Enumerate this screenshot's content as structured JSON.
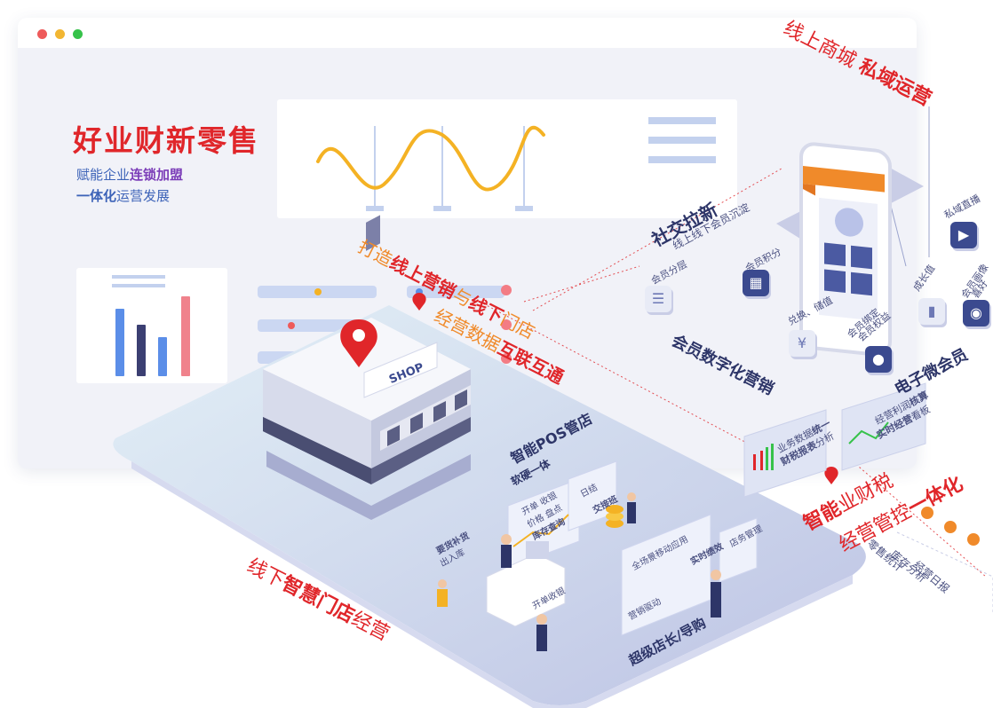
{
  "window": {
    "controls": [
      "close",
      "minimize",
      "maximize"
    ],
    "colors": {
      "close": "#ee5a5a",
      "minimize": "#f2b632",
      "maximize": "#36c24a"
    }
  },
  "hero": {
    "title": "好业财新零售",
    "line1_prefix": "赋能企业",
    "line1_bold": "连锁加盟",
    "line2_bold": "一体化",
    "line2_suffix": "运营发展"
  },
  "store": {
    "sign": "SHOP"
  },
  "banners": {
    "online_marketing": {
      "prefix": "打造",
      "bold": "线上营销",
      "mid": "与",
      "bold2": "线下",
      "suffix": "门店"
    },
    "data_link": {
      "prefix": "经营数据",
      "bold": "互联互通"
    },
    "offline": {
      "prefix": "线下",
      "bold": "智慧门店",
      "suffix": "经营"
    }
  },
  "mall": {
    "prefix": "线上商城 ",
    "bold": "私域运营",
    "live": "私域直播"
  },
  "social": {
    "title": "社交拉新",
    "sub": "线上线下会员沉淀"
  },
  "member": {
    "title": "会员数字化营销",
    "tier": "会员分层",
    "points": "会员积分",
    "exchange": "兑换、储值",
    "bind": "会员绑定",
    "rights": "会员权益",
    "growth": "成长值",
    "portrait": "会员画像",
    "preference": "喜好",
    "micro": "电子微会员"
  },
  "finance": {
    "panel1_a": "业务数据",
    "panel1_b": "统一",
    "panel1_c": "财税报表",
    "panel1_d": "分析",
    "panel2_a": "经营利润",
    "panel2_b": "核算",
    "panel2_c": "实时经营",
    "panel2_d": "看板",
    "title_bold": "智能",
    "title_mid": "业财税",
    "title2_prefix": "经营管控",
    "title2_bold": "一体化",
    "retail_stats": "零售统计",
    "inventory": "库存分析",
    "daily": "经营日报"
  },
  "pos": {
    "title": "智能POS管店",
    "sub": "软硬一体",
    "billing": "开单 收银",
    "price": "价格  盘点",
    "stock_query": "库存查询",
    "daily": "日结",
    "handover": "交接班",
    "cashier": "开单收银",
    "purchase": "要货补货",
    "in_out": "出入库"
  },
  "manager": {
    "scene": "全场景移动应用",
    "perf": "实时绩效",
    "store_data": "店务管理",
    "marketing": "营销驱动",
    "title": "超级店长/导购"
  }
}
